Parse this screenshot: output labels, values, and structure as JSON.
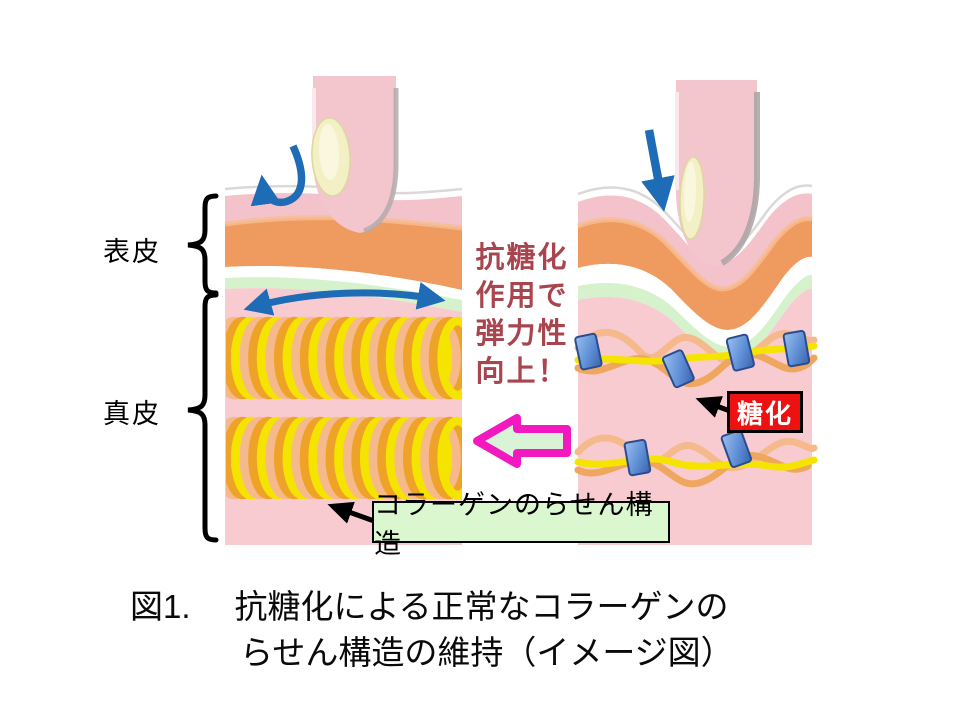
{
  "slide": {
    "skin_labels": {
      "epidermis": "表皮",
      "dermis": "真皮"
    },
    "center_message": {
      "line1": "抗糖化",
      "line2": "作用で",
      "line3": "弾力性",
      "line4": "向上！"
    },
    "glycation_badge": "糖化",
    "collagen_callout": "コラーゲンのらせん構造",
    "caption": {
      "figure_no": "図1.",
      "line1": "抗糖化による正常なコラーゲンの",
      "line2": "らせん構造の維持（イメージ図）"
    },
    "colors": {
      "dermis_pink": "#f8cbd0",
      "surface_pink": "#f3c2ca",
      "epidermis_orange": "#ef9a5f",
      "basal_green": "#d6f2cc",
      "finger_pink": "#f3c5cd",
      "nail_cream": "#f3f0c5",
      "arrow_blue": "#1e6cb5",
      "improve_arrow_outline": "#f219c1",
      "improve_arrow_fill": "#d9f3d6",
      "glycation_red": "#ed1111",
      "callout_green": "#dbf7d0",
      "coil_yellow": "#f4e400",
      "coil_orange": "#efa228",
      "coil_salmon": "#f5b98c",
      "crosslink_blue": "#5f8fd6",
      "center_text_red": "#a8454f"
    }
  }
}
